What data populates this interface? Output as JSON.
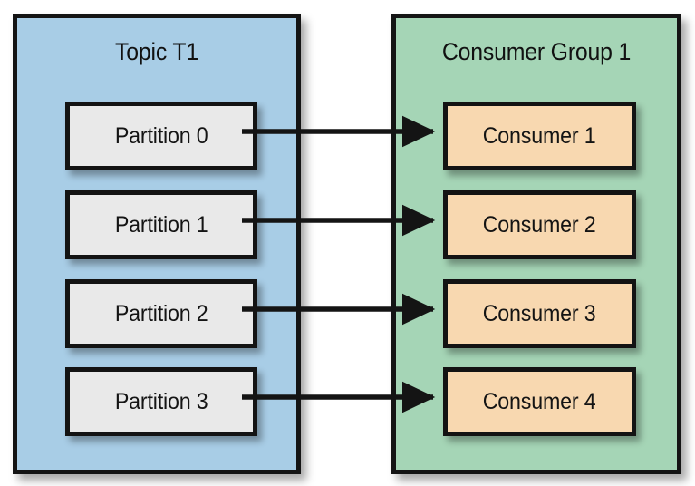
{
  "diagram": {
    "title": "Kafka topic partitions mapped one-to-one to consumers in a consumer group",
    "type": "block-flow-diagram"
  },
  "topic_panel": {
    "title": "Topic T1",
    "fill_color": "#a8cde6",
    "border_color": "#141414",
    "partitions": [
      {
        "label": "Partition 0"
      },
      {
        "label": "Partition 1"
      },
      {
        "label": "Partition 2"
      },
      {
        "label": "Partition 3"
      }
    ]
  },
  "group_panel": {
    "title": "Consumer Group 1",
    "fill_color": "#a5d5b6",
    "border_color": "#141414",
    "consumers": [
      {
        "label": "Consumer 1"
      },
      {
        "label": "Consumer 2"
      },
      {
        "label": "Consumer 3"
      },
      {
        "label": "Consumer 4"
      }
    ]
  },
  "connections": [
    {
      "from": "Partition 0",
      "to": "Consumer 1",
      "style": "arrow"
    },
    {
      "from": "Partition 1",
      "to": "Consumer 2",
      "style": "arrow"
    },
    {
      "from": "Partition 2",
      "to": "Consumer 3",
      "style": "arrow"
    },
    {
      "from": "Partition 3",
      "to": "Consumer 4",
      "style": "arrow"
    }
  ],
  "colors": {
    "partition_fill": "#e9e9e9",
    "consumer_fill": "#f8d8b0",
    "line": "#141414",
    "background": "#ffffff"
  }
}
